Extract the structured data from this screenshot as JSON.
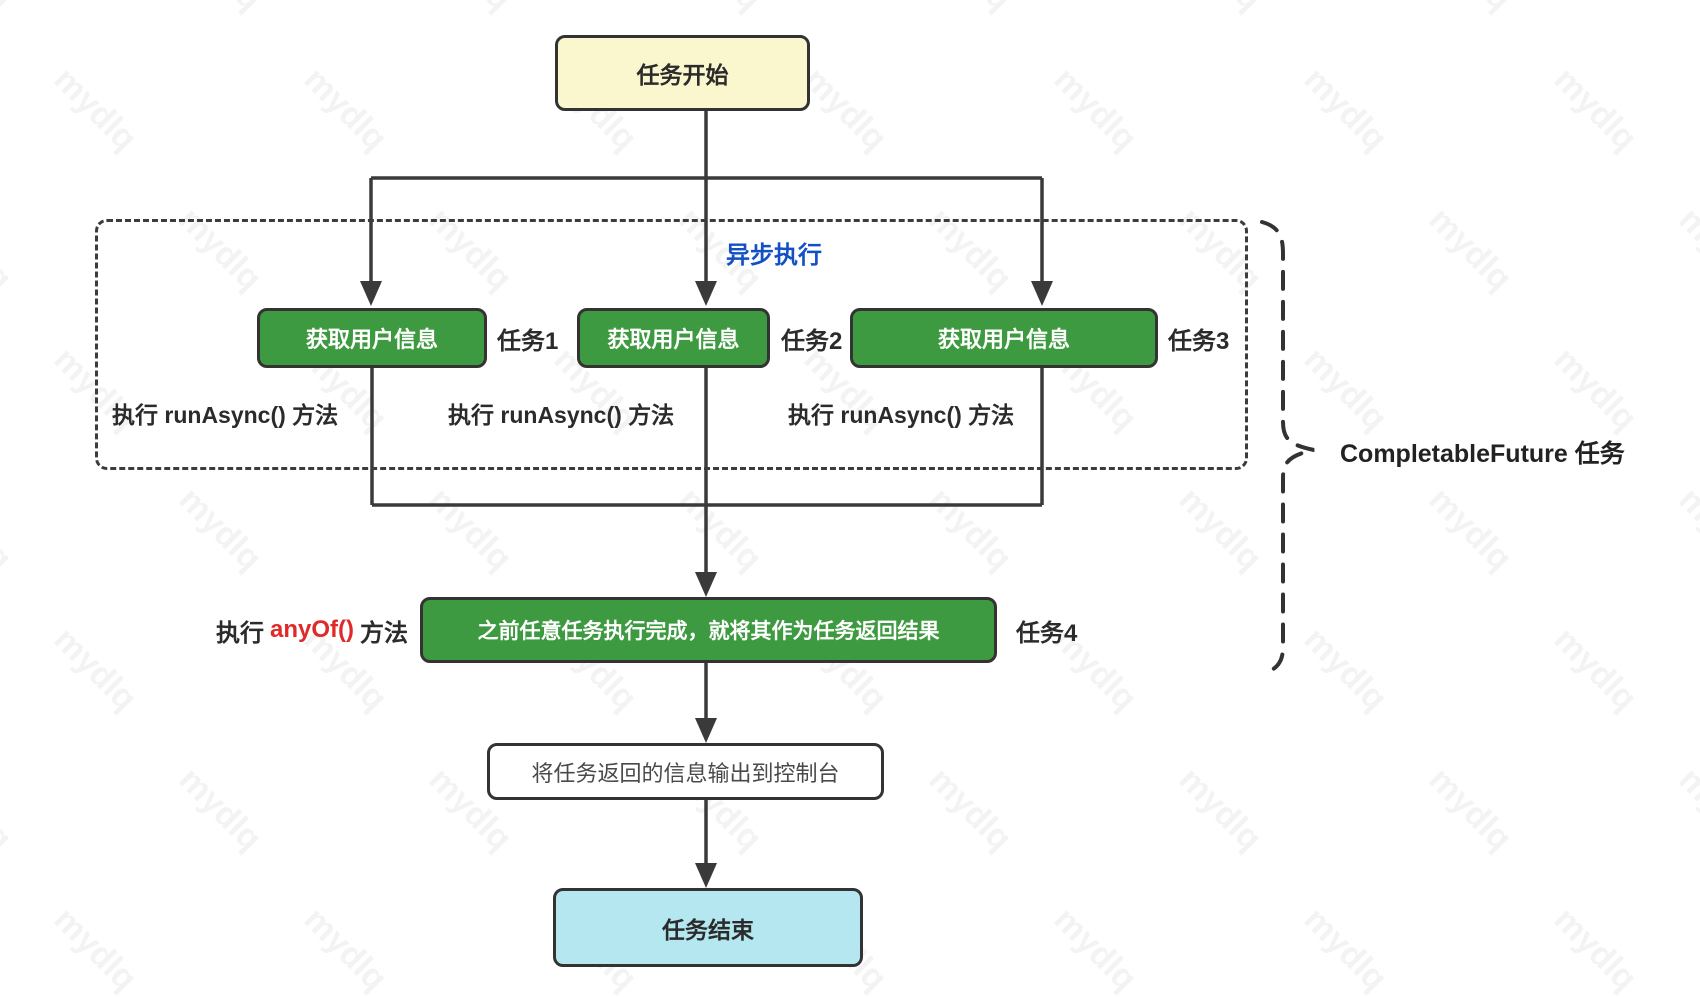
{
  "diagram": {
    "start_node": {
      "label": "任务开始"
    },
    "async_label": "异步执行",
    "parallel_tasks": [
      {
        "box_label": "获取用户信息",
        "tag": "任务1",
        "method_label": "执行 runAsync() 方法"
      },
      {
        "box_label": "获取用户信息",
        "tag": "任务2",
        "method_label": "执行 runAsync() 方法"
      },
      {
        "box_label": "获取用户信息",
        "tag": "任务3",
        "method_label": "执行 runAsync() 方法"
      }
    ],
    "any_of_row": {
      "method_prefix": "执行",
      "method_name": "anyOf()",
      "method_suffix": "方法",
      "box_label": "之前任意任务执行完成，就将其作为任务返回结果",
      "tag": "任务4"
    },
    "output_node": {
      "label": "将任务返回的信息输出到控制台"
    },
    "end_node": {
      "label": "任务结束"
    },
    "brace_label": "CompletableFuture 任务",
    "watermark": {
      "text": "mydlq"
    }
  },
  "colors": {
    "start_fill": "#FAF6CE",
    "task_fill": "#3D9A40",
    "end_fill": "#B4E7F0",
    "line": "#3A3A3A",
    "async_text": "#1250C4",
    "anyof_text": "#E02A2A"
  }
}
